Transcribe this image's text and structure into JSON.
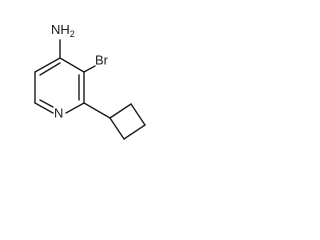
{
  "molecule": {
    "labels": {
      "amine": "NH",
      "amine_subscript": "2",
      "bromine": "Br",
      "ring_nitrogen": "N"
    }
  }
}
